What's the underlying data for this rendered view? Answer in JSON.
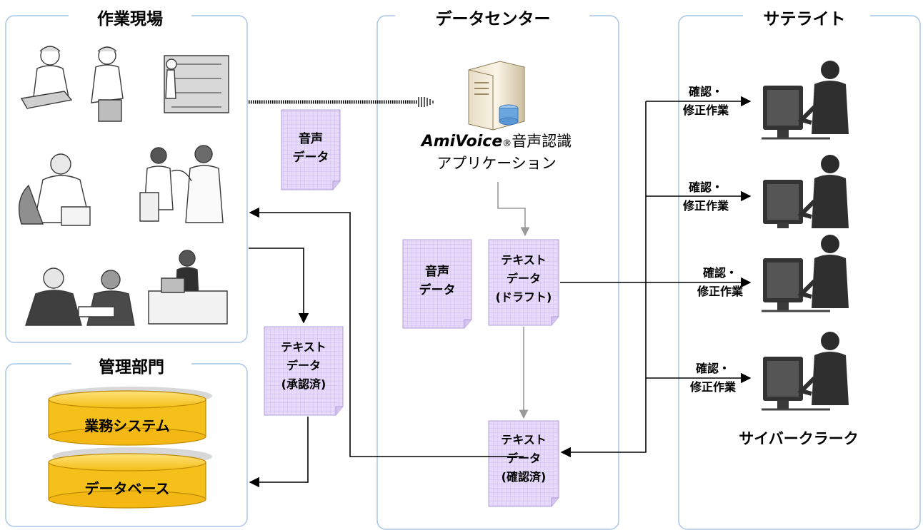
{
  "sections": {
    "worksite": "作業現場",
    "management": "管理部門",
    "datacenter": "データセンター",
    "satellite": "サテライト"
  },
  "databases": {
    "business_system": "業務システム",
    "database": "データベース"
  },
  "server": {
    "brand": "AmiVoice",
    "registered": "®",
    "app_line1": "音声認識",
    "app_line2": "アプリケーション"
  },
  "documents": {
    "audio_upload": [
      "音声",
      "データ"
    ],
    "audio_dc": [
      "音声",
      "データ"
    ],
    "text_draft": [
      "テキスト",
      "データ",
      "(ドラフト)"
    ],
    "text_confirmed": [
      "テキスト",
      "データ",
      "(確認済)"
    ],
    "text_approved": [
      "テキスト",
      "データ",
      "(承認済)"
    ]
  },
  "clerks": {
    "task_line1": "確認・",
    "task_line2": "修正作業",
    "caption": "サイバークラーク"
  },
  "colors": {
    "panel_border": "#a9c6e8",
    "doc_fill": "#e3d6f7",
    "doc_grid": "#c7b3ee",
    "doc_border": "#b39cd8",
    "db_fill": "#f7c21a",
    "db_stroke": "#c08a00",
    "arrow": "#000000",
    "arrow_gray": "#9a9a9a"
  }
}
